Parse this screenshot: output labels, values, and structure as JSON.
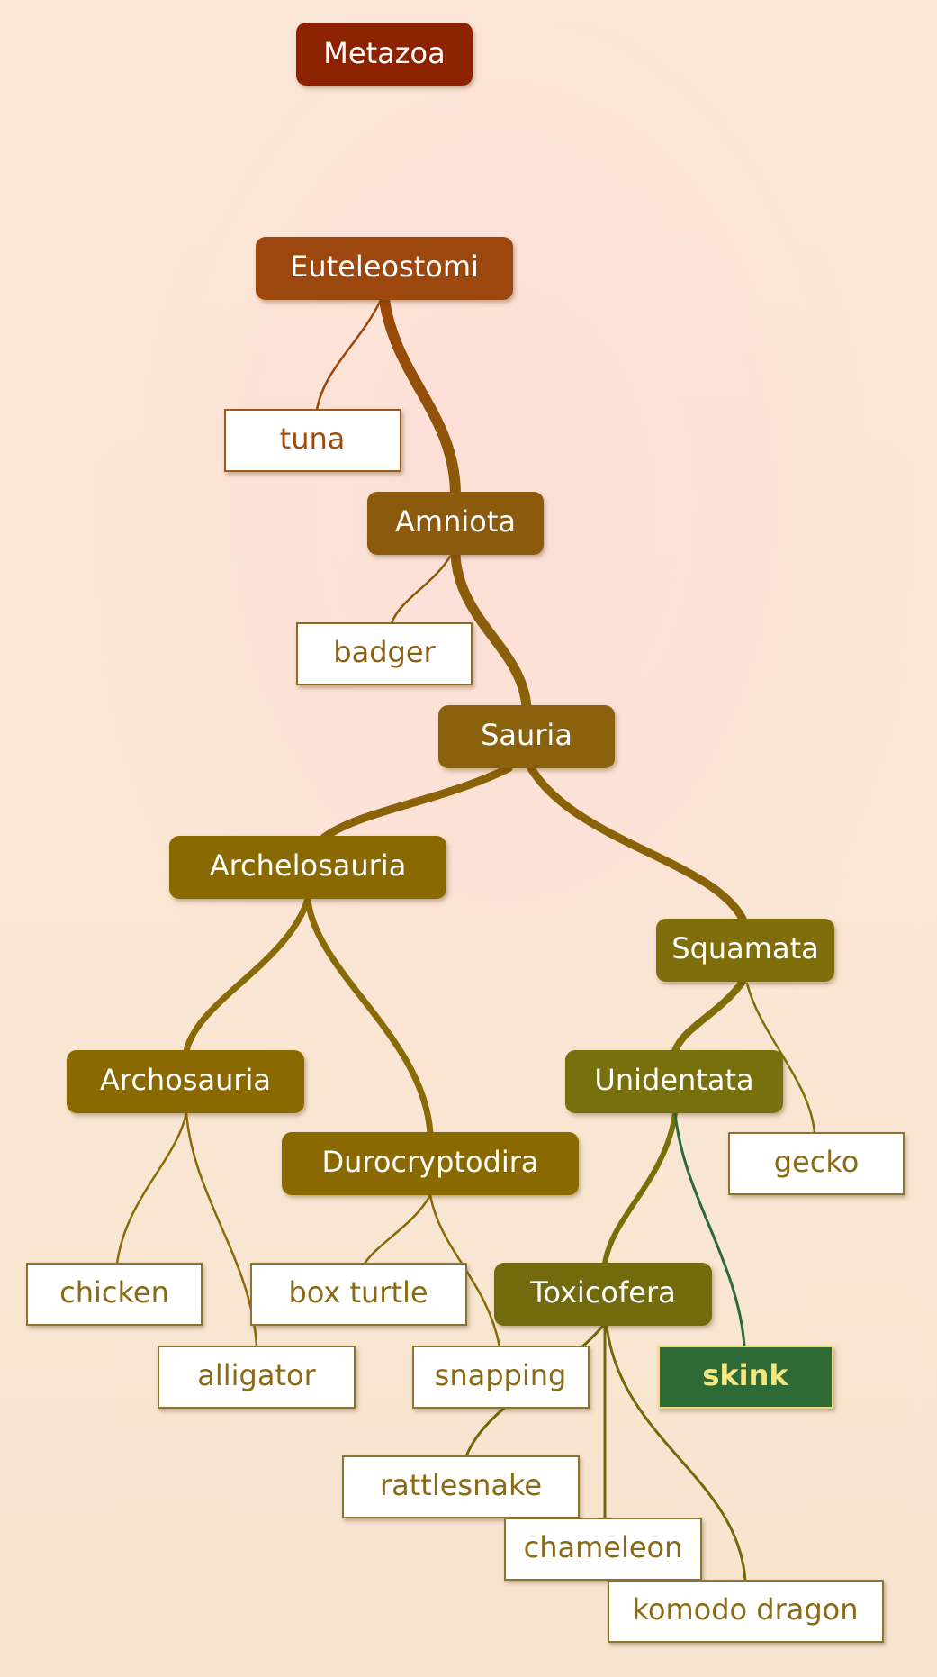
{
  "colors": {
    "root": "#8c2306",
    "euteleostomi": "#9b4608",
    "amniota": "#8b5a0b",
    "sauria": "#8a6208",
    "archelosauria": "#8a6a06",
    "squamata": "#806e0a",
    "unidentata": "#776f08",
    "toxicofera": "#726a0a",
    "highlight_fill": "#2d6a35",
    "highlight_text": "#f4e681",
    "leaf_text": "#8a6a14",
    "leaf_border": "#8b7330"
  },
  "nodes": {
    "metazoa": "Metazoa",
    "euteleostomi": "Euteleostomi",
    "tuna": "tuna",
    "amniota": "Amniota",
    "badger": "badger",
    "sauria": "Sauria",
    "archelosauria": "Archelosauria",
    "squamata": "Squamata",
    "archosauria": "Archosauria",
    "unidentata": "Unidentata",
    "durocryptodira": "Durocryptodira",
    "gecko": "gecko",
    "chicken": "chicken",
    "box_turtle": "box turtle",
    "toxicofera": "Toxicofera",
    "alligator": "alligator",
    "snapping": "snapping",
    "skink": "skink",
    "rattlesnake": "rattlesnake",
    "chameleon": "chameleon",
    "komodo_dragon": "komodo dragon"
  }
}
